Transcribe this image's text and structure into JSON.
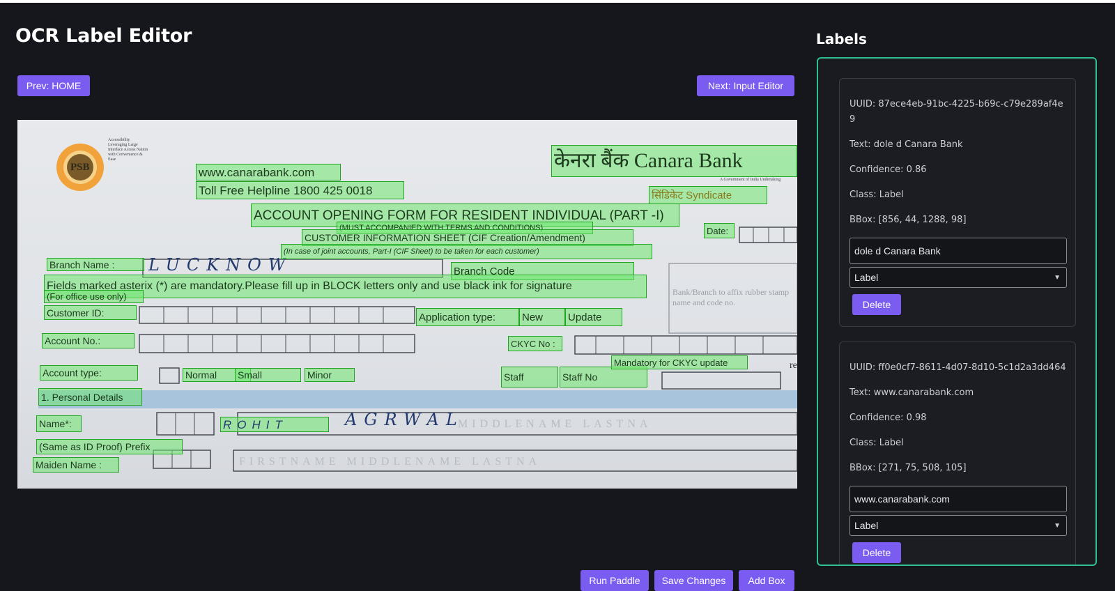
{
  "app": {
    "title": "OCR Label Editor",
    "prev_label": "Prev: HOME",
    "next_label": "Next: Input Editor",
    "run_label": "Run Paddle",
    "save_label": "Save Changes",
    "add_label": "Add Box"
  },
  "document": {
    "logo_text": "PSB",
    "logo_caption": "Accessibility Leveraging Large Interface Access Nation with Convenience & Ease",
    "bank_subtitle": "A Government of India Undertaking",
    "branch_code_label": "Branch Code",
    "bank_note": "Bank/Branch to affix rubber stamp name and code no.",
    "handwritten_branch": "LUCKNOW",
    "handwritten_first": "ROHIT",
    "handwritten_last": "AGRWAL",
    "name_placeholder": "MIDDLENAME  LASTNA",
    "maiden_placeholder": "FIRSTNAME  MIDDLENAME  LASTNA",
    "request_text": "request)",
    "boxes": [
      {
        "text": "केनरा बैंक  Canara Bank"
      },
      {
        "text": "www.canarabank.com"
      },
      {
        "text": "Toll Free Helpline 1800 425 0018"
      },
      {
        "text": "सिंडिकेट Syndicate"
      },
      {
        "text": "ACCOUNT OPENING FORM FOR RESIDENT INDIVIDUAL (PART -I)"
      },
      {
        "text": "(MUST ACCOMPANIED WITH TERMS AND CONDITIONS)"
      },
      {
        "text": "CUSTOMER INFORMATION SHEET (CIF Creation/Amendment)"
      },
      {
        "text": "Date:"
      },
      {
        "text": "(In case of joint accounts, Part-I (CIF Sheet) to be taken for each customer)"
      },
      {
        "text": "Branch Name :"
      },
      {
        "text": "Branch Code"
      },
      {
        "text": "Fields marked asterix (*) are mandatory.Please fill up in BLOCK letters only and use black ink for signature"
      },
      {
        "text": "(For office use only)"
      },
      {
        "text": "Customer ID:"
      },
      {
        "text": "Application type:"
      },
      {
        "text": "New"
      },
      {
        "text": "Update"
      },
      {
        "text": "Account No.:"
      },
      {
        "text": "CKYC No :"
      },
      {
        "text": "Account type:"
      },
      {
        "text": "Normal"
      },
      {
        "text": "Small"
      },
      {
        "text": "Minor"
      },
      {
        "text": "Staff"
      },
      {
        "text": "Staff No"
      },
      {
        "text": "Mandatory for CKYC update"
      },
      {
        "text": "1. Personal Details"
      },
      {
        "text": "Name*:"
      },
      {
        "text": "ROHIT"
      },
      {
        "text": "(Same as ID Proof)   Prefix"
      },
      {
        "text": "Maiden Name :"
      }
    ]
  },
  "labels": {
    "heading": "Labels",
    "cards": [
      {
        "uuid": "UUID: 87ece4eb-91bc-4225-b69c-c79e289af4e9",
        "text": "Text: dole d Canara Bank",
        "confidence": "Confidence: 0.86",
        "class": "Class: Label",
        "bbox": "BBox: [856, 44, 1288, 98]",
        "input_value": "dole d Canara Bank",
        "select_value": "Label",
        "delete_label": "Delete"
      },
      {
        "uuid": "UUID: ff0e0cf7-8611-4d07-8d10-5c1d2a3dd464",
        "text": "Text: www.canarabank.com",
        "confidence": "Confidence: 0.98",
        "class": "Class: Label",
        "bbox": "BBox: [271, 75, 508, 105]",
        "input_value": "www.canarabank.com",
        "select_value": "Label",
        "delete_label": "Delete"
      }
    ]
  }
}
